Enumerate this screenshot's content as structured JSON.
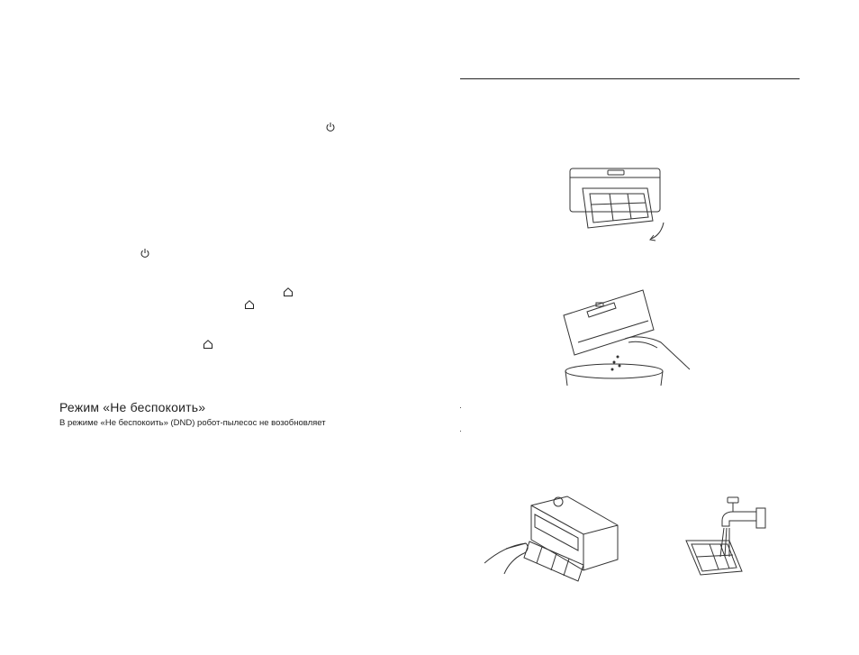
{
  "left_column": {
    "icons": [
      {
        "name": "power-icon"
      },
      {
        "name": "power-icon"
      },
      {
        "name": "home-icon"
      },
      {
        "name": "home-icon"
      },
      {
        "name": "home-icon"
      }
    ],
    "dnd_section": {
      "title": "Режим «Не беспокоить»",
      "text": "В режиме «Не беспокоить» (DND) робот-пылесос не возобновляет"
    }
  },
  "right_column": {
    "bullets": [
      "·",
      "·"
    ],
    "figures": [
      {
        "name": "dustbin-filter-open-illustration"
      },
      {
        "name": "dustbin-emptying-illustration"
      },
      {
        "name": "filter-removal-illustration"
      },
      {
        "name": "filter-rinse-illustration"
      }
    ]
  },
  "colors": {
    "ink": "#1a1a1a",
    "line": "#333333"
  }
}
